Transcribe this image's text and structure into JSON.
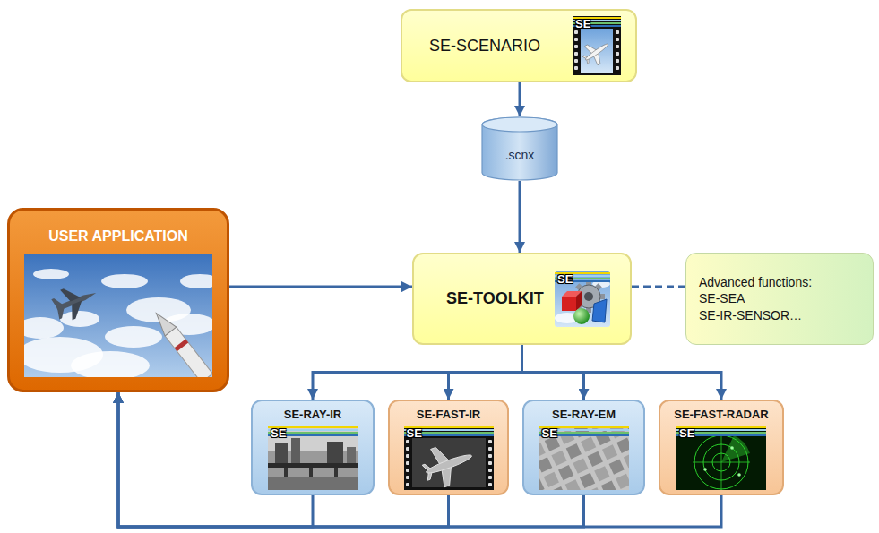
{
  "diagram": {
    "nodes": [
      {
        "text": [
          "SE-SCENARIO",
          "SE"
        ]
      },
      {
        "text": [
          ".scnx"
        ]
      },
      {
        "text": [
          "USER APPLICATION"
        ]
      },
      {
        "text": [
          "SE-TOOLKIT",
          "SE"
        ]
      },
      {
        "text": [
          "Advanced functions:",
          "SE-SEA",
          "SE-IR-SENSOR…"
        ]
      },
      {
        "text": [
          "SE-RAY-IR",
          "SE"
        ]
      },
      {
        "text": [
          "SE-FAST-IR",
          "SE"
        ]
      },
      {
        "text": [
          "SE-RAY-EM",
          "SE"
        ]
      },
      {
        "text": [
          "SE-FAST-RADAR",
          "SE"
        ]
      }
    ],
    "edges": [
      {
        "from": 0,
        "to": 1,
        "arrow": "to"
      },
      {
        "from": 1,
        "to": 3,
        "arrow": "to"
      },
      {
        "from": 2,
        "to": 3,
        "arrow": "to"
      },
      {
        "from": 3,
        "to": 4,
        "arrow": "none"
      },
      {
        "from": 3,
        "to": 5,
        "arrow": "to"
      },
      {
        "from": 3,
        "to": 6,
        "arrow": "to"
      },
      {
        "from": 3,
        "to": 7,
        "arrow": "to"
      },
      {
        "from": 3,
        "to": 8,
        "arrow": "to"
      },
      {
        "from": 5,
        "to": 2,
        "arrow": "to"
      },
      {
        "from": 6,
        "to": 2,
        "arrow": "to"
      },
      {
        "from": 7,
        "to": 2,
        "arrow": "to"
      },
      {
        "from": 8,
        "to": 2,
        "arrow": "to"
      }
    ]
  }
}
